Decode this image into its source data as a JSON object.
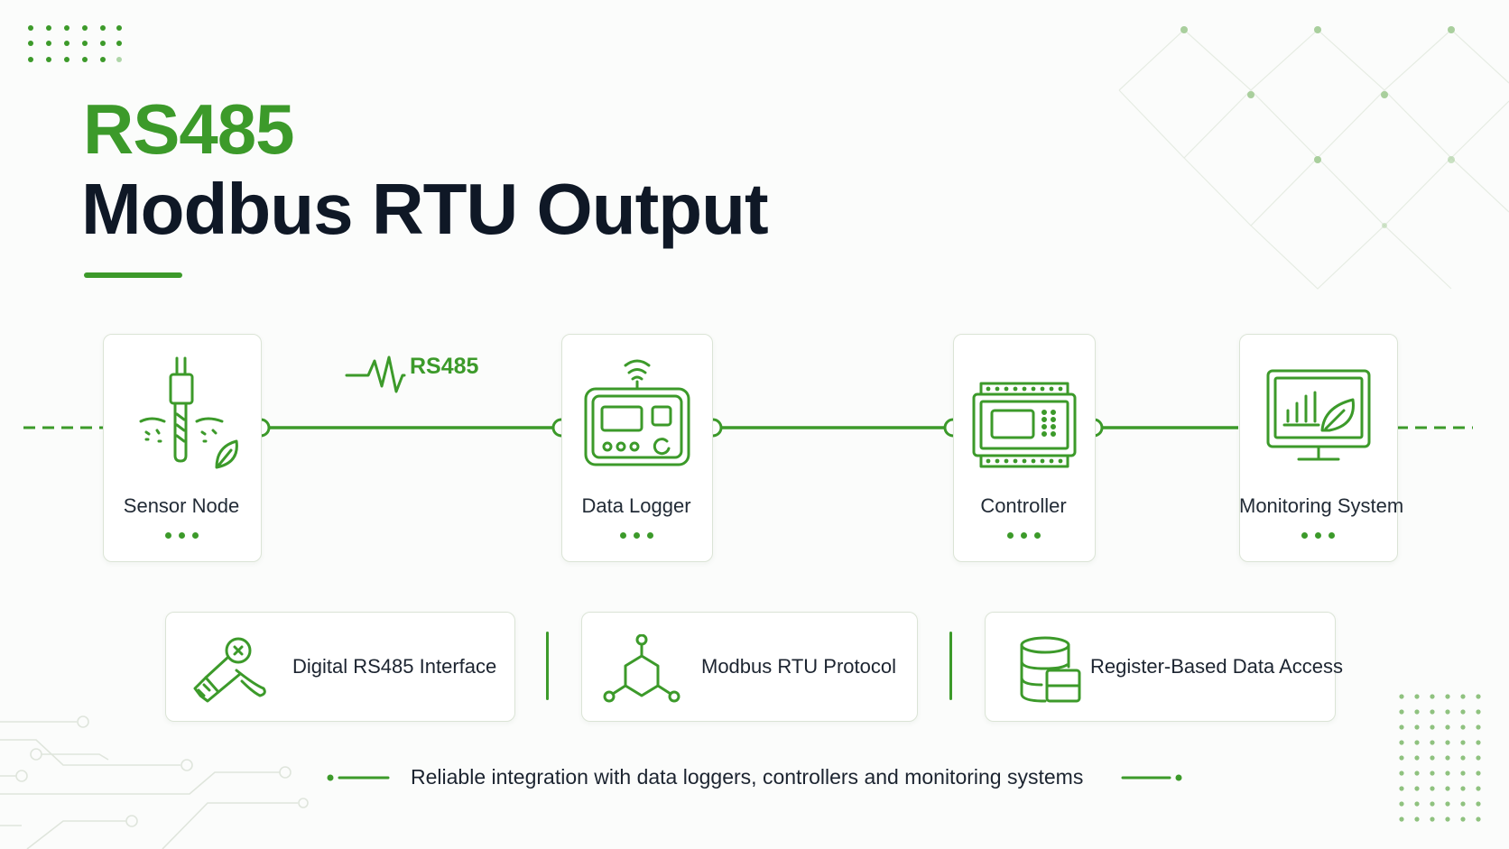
{
  "title": {
    "line1": "RS485",
    "line2": "Modbus RTU Output"
  },
  "bus_label": "RS485",
  "nodes": [
    {
      "label": "Sensor Node",
      "icon": "soil-sensor-probe-icon"
    },
    {
      "label": "Data Logger",
      "icon": "data-logger-device-icon"
    },
    {
      "label": "Controller",
      "icon": "controller-module-icon"
    },
    {
      "label": "Monitoring System",
      "icon": "monitor-chart-icon"
    }
  ],
  "features": [
    {
      "label": "Digital RS485 Interface",
      "icon": "rs485-connector-icon"
    },
    {
      "label": "Modbus RTU Protocol",
      "icon": "network-hexagon-icon"
    },
    {
      "label": "Register-Based Data Access",
      "icon": "database-registers-icon"
    }
  ],
  "tagline": "Reliable integration with data loggers, controllers and monitoring systems",
  "colors": {
    "accent": "#3c9a2a",
    "title_dark": "#0f1826",
    "card_border": "#dbe4d6",
    "background": "#fbfcfb"
  }
}
